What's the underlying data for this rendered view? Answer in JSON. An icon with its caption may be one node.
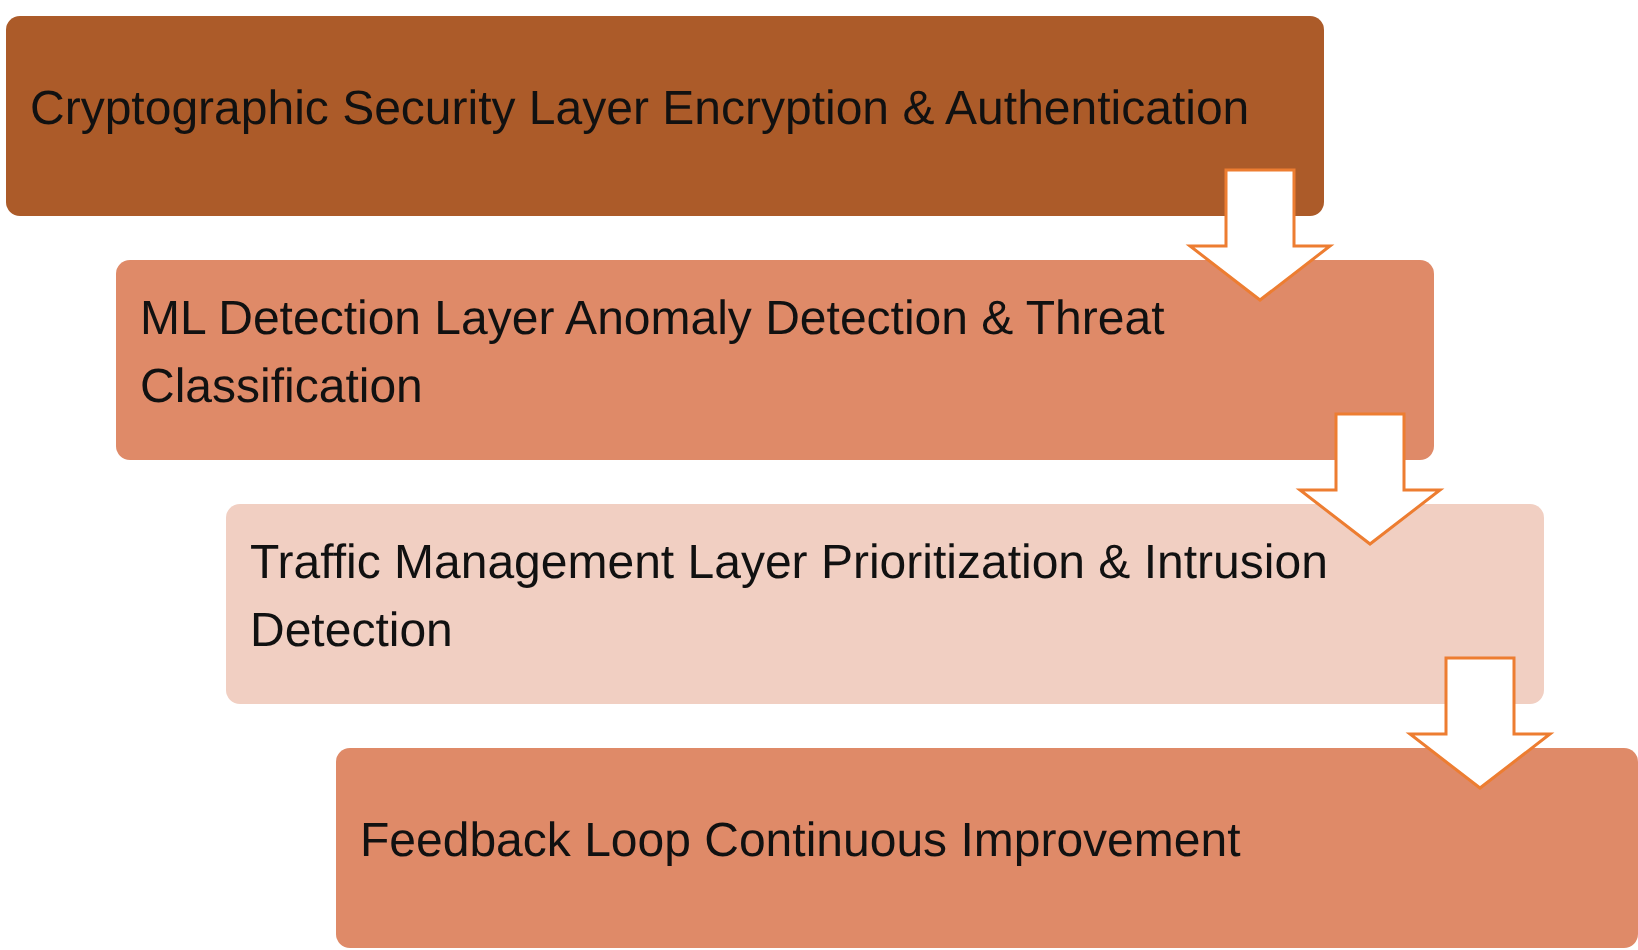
{
  "diagram": {
    "nodes": [
      {
        "text": [
          "Cryptographic Security Layer Encryption & Authentication"
        ]
      },
      {
        "text": [
          "ML Detection Layer Anomaly Detection & Threat Classification"
        ]
      },
      {
        "text": [
          "Traffic Management Layer Prioritization & Intrusion Detection"
        ]
      },
      {
        "text": [
          "Feedback Loop Continuous Improvement"
        ]
      }
    ],
    "edges": [
      {
        "from": 0,
        "to": 1,
        "arrow": "to"
      },
      {
        "from": 1,
        "to": 2,
        "arrow": "to"
      },
      {
        "from": 2,
        "to": 3,
        "arrow": "to"
      }
    ]
  }
}
